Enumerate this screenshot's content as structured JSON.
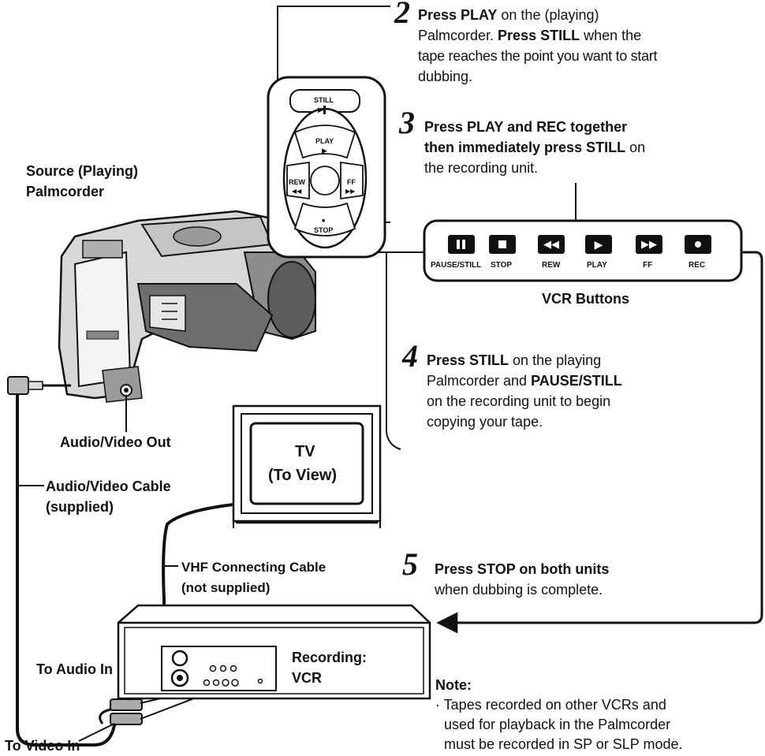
{
  "steps": {
    "s2": {
      "num": "2",
      "line1_b": "Press PLAY",
      "line1": " on the (playing)",
      "line2a": "Palmcorder. ",
      "line2_b": "Press STILL",
      "line2c": " when the",
      "line3": "tape reaches the point you want to start",
      "line4": "dubbing."
    },
    "s3": {
      "num": "3",
      "line1_b": "Press PLAY and REC together",
      "line2_b": "then immediately press STILL",
      "line2": " on",
      "line3": "the recording unit."
    },
    "s4": {
      "num": "4",
      "line1_b": "Press STILL",
      "line1": " on the playing",
      "line2": "Palmcorder and ",
      "line2_b": "PAUSE/STILL",
      "line3": "on the recording unit to begin",
      "line4": "copying your tape."
    },
    "s5": {
      "num": "5",
      "line1_b": "Press STOP on both units",
      "line2": "when dubbing is complete."
    }
  },
  "labels": {
    "source_1": "Source (Playing)",
    "source_2": "Palmcorder",
    "av_out": "Audio/Video Out",
    "av_cable_1": "Audio/Video Cable",
    "av_cable_2": "(supplied)",
    "tv_1": "TV",
    "tv_2": "(To View)",
    "vhf_1": "VHF Connecting Cable",
    "vhf_2": "(not supplied)",
    "recording_1": "Recording:",
    "recording_2": "VCR",
    "audio_in": "To Audio In",
    "video_in": "To Video In",
    "vcr_buttons": "VCR Buttons"
  },
  "remote": {
    "still": "STILL",
    "play": "PLAY",
    "rew": "REW",
    "ff": "FF",
    "stop": "STOP"
  },
  "vcr_panel": {
    "buttons": [
      "PAUSE/STILL",
      "STOP",
      "REW",
      "PLAY",
      "FF",
      "REC"
    ]
  },
  "note": {
    "title": "Note:",
    "line1": "· Tapes recorded on other VCRs and",
    "line2": "used for playback in the Palmcorder",
    "line3": "must be recorded in SP or SLP mode."
  }
}
